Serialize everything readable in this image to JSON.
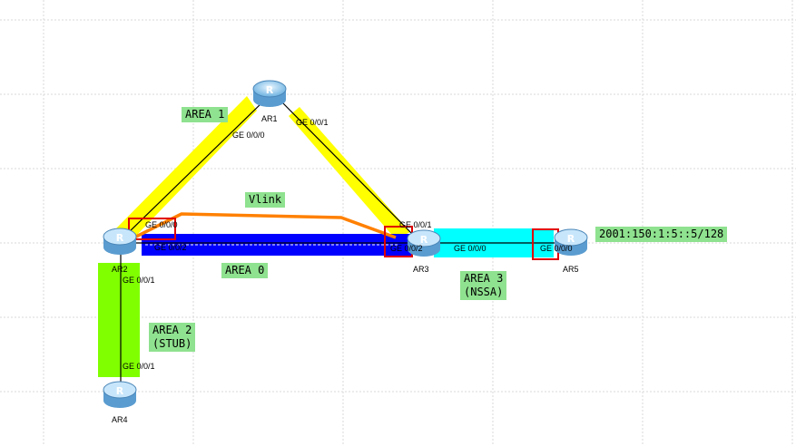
{
  "routers": [
    {
      "name": "AR1"
    },
    {
      "name": "AR2"
    },
    {
      "name": "AR3"
    },
    {
      "name": "AR4"
    },
    {
      "name": "AR5"
    }
  ],
  "router_icon_letter": "R",
  "areas": {
    "area1": "AREA 1",
    "area0": "AREA 0",
    "area2": "AREA 2\n(STUB)",
    "area3": "AREA 3\n(NSSA)"
  },
  "vlink_label": "Vlink",
  "ipv6_label": "2001:150:1:5::5/128",
  "ports": {
    "ar1_ge001": "GE 0/0/1",
    "ar2_ge000_top": "GE 0/0/0",
    "ar2_ge000": "GE 0/0/0",
    "ar2_ge002": "GE 0/0/2",
    "ar2_ge001": "GE 0/0/1",
    "ar3_ge001": "GE 0/0/1",
    "ar3_ge002": "GE 0/0/2",
    "ar3_ge000": "GE 0/0/0",
    "ar5_ge000": "GE 0/0/0",
    "ar4_ge001": "GE 0/0/1"
  },
  "colors": {
    "area1": "#ffff00",
    "area0": "#0000ff",
    "area2": "#80ff00",
    "area3": "#00ffff",
    "vlink": "#ff8000",
    "highlight": "#e00000",
    "label_bg": "#8fe28f"
  }
}
